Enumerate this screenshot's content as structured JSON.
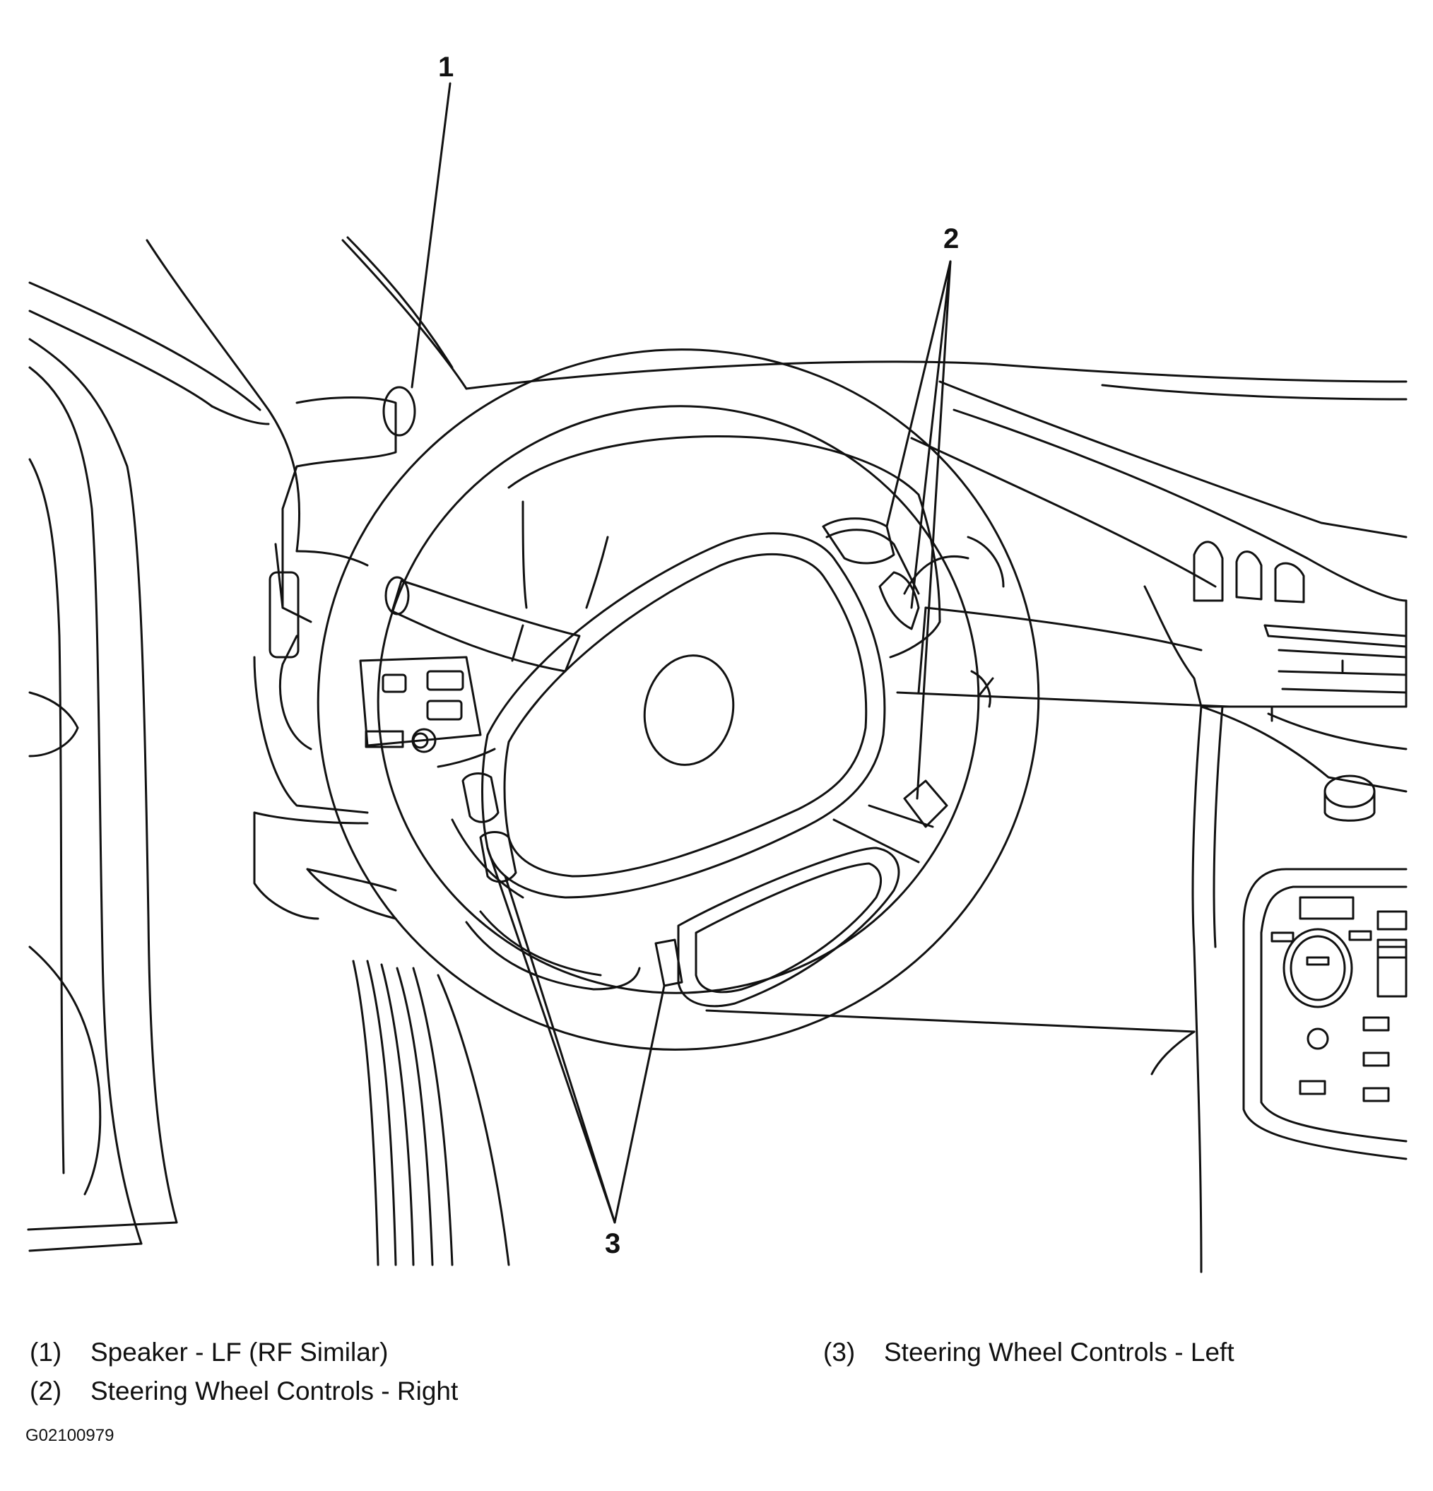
{
  "callouts": [
    {
      "number": "1"
    },
    {
      "number": "2"
    },
    {
      "number": "3"
    }
  ],
  "legend": [
    {
      "number": "(1)",
      "text": "Speaker - LF (RF Similar)"
    },
    {
      "number": "(2)",
      "text": "Steering Wheel Controls - Right"
    },
    {
      "number": "(3)",
      "text": "Steering Wheel Controls - Left"
    }
  ],
  "figure_id": "G02100979",
  "colors": {
    "line": "#111111",
    "background": "#ffffff"
  }
}
